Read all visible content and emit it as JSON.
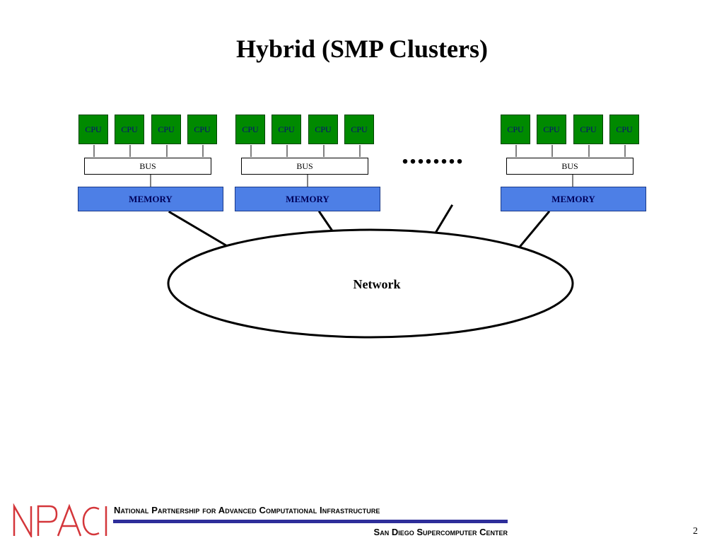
{
  "title": "Hybrid (SMP Clusters)",
  "cluster_labels": {
    "cpu": "CPU",
    "bus": "BUS",
    "memory": "MEMORY"
  },
  "ellipsis": "........",
  "network_label": "Network",
  "footer": {
    "organization": "National Partnership for Advanced Computational Infrastructure",
    "center": "San Diego Supercomputer Center",
    "page_number": "2",
    "logo_text": "NPACI"
  },
  "colors": {
    "cpu_fill": "#008a00",
    "cpu_text": "#0a0a7a",
    "memory_fill": "#4d7fe6",
    "memory_text": "#00005a",
    "footer_bar": "#2e2e9a",
    "logo_red": "#d4363a"
  }
}
